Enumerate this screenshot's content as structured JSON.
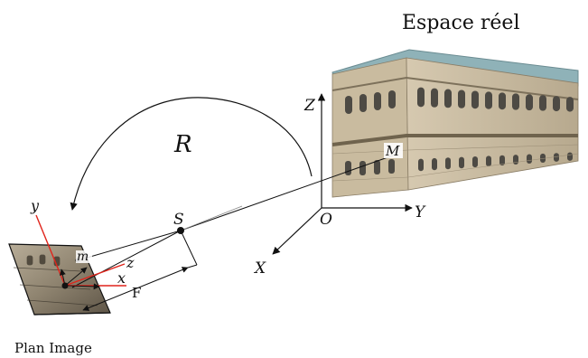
{
  "title": "Espace réel",
  "labels": {
    "rotation": "R",
    "world_z": "Z",
    "world_y": "Y",
    "world_x": "X",
    "origin": "O",
    "projection_center": "S",
    "point_real": "M",
    "point_image": "m",
    "cam_y": "y",
    "cam_x": "x",
    "cam_z": "z",
    "focal": "F",
    "image_plane": "Plan Image"
  },
  "colors": {
    "axis": "#111111",
    "camera_axes": "#e0241b",
    "roof": "#8fb2b8",
    "facade": "#cdbfa6",
    "facade_dark": "#a99a80"
  }
}
